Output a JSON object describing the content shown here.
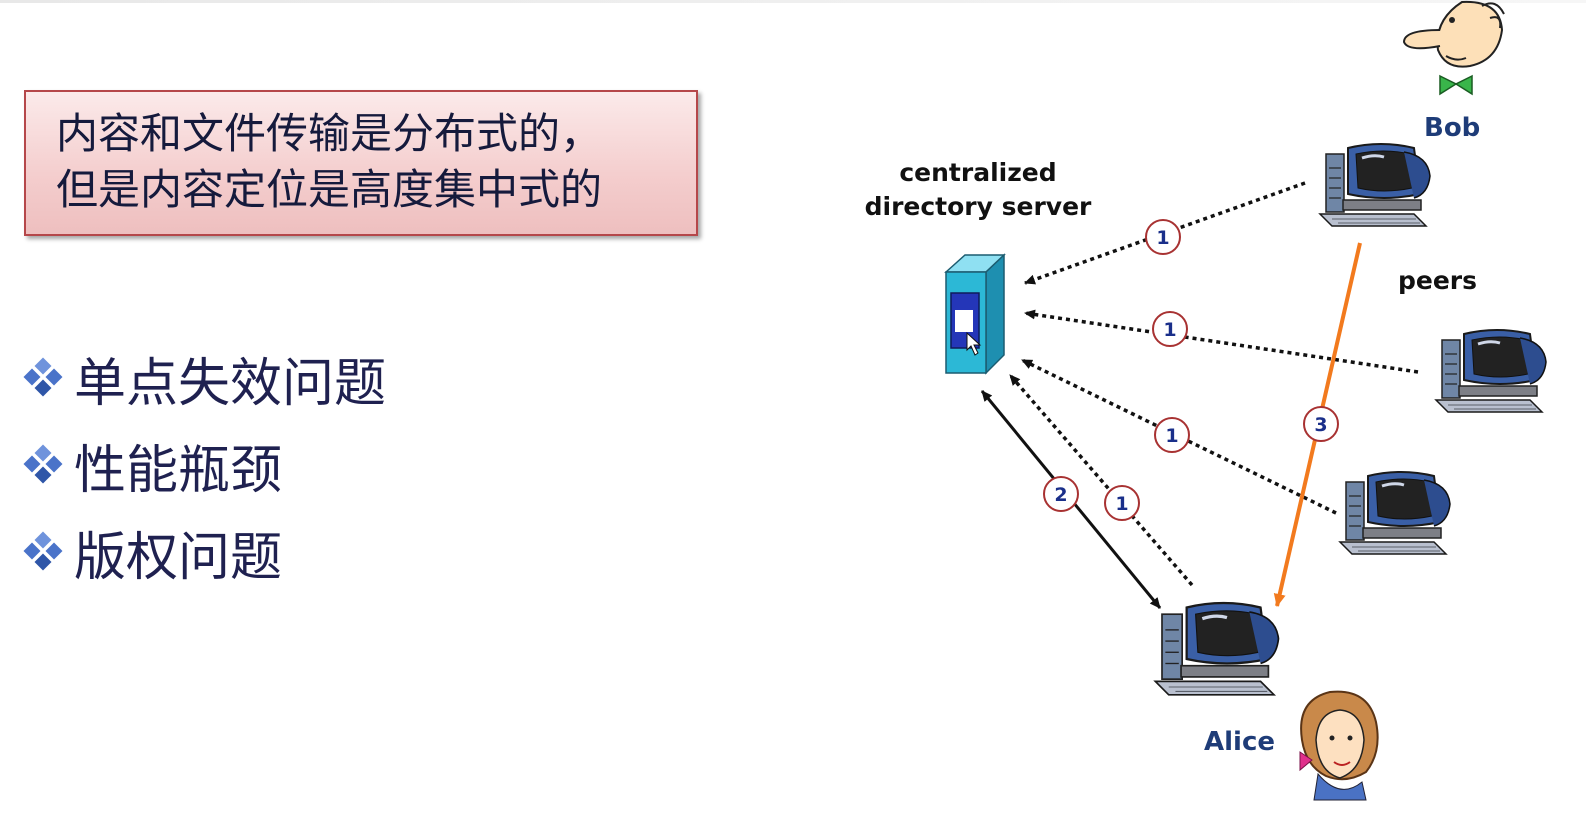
{
  "callout": {
    "line1": "内容和文件传输是分布式的，",
    "line2": "但是内容定位是高度集中式的"
  },
  "bullets": [
    "单点失效问题",
    "性能瓶颈",
    "版权问题"
  ],
  "diagram": {
    "server_label_line1": "centralized",
    "server_label_line2": "directory server",
    "peers_label": "peers",
    "bob_label": "Bob",
    "alice_label": "Alice",
    "step_labels": {
      "bob_query": "1",
      "peer1_query": "1",
      "peer2_query": "1",
      "alice_query": "1",
      "server_reply": "2",
      "file_transfer": "3"
    }
  },
  "colors": {
    "callout_border": "#b5474a",
    "bullet_diamond": "#4a73c9",
    "label_blue": "#1e3c78",
    "transfer_arrow": "#f27a1e",
    "step_circle": "#a83232"
  },
  "icons": [
    "diamond-bullet-icon",
    "server-icon",
    "computer-icon",
    "bob-cartoon-icon",
    "alice-cartoon-icon"
  ]
}
